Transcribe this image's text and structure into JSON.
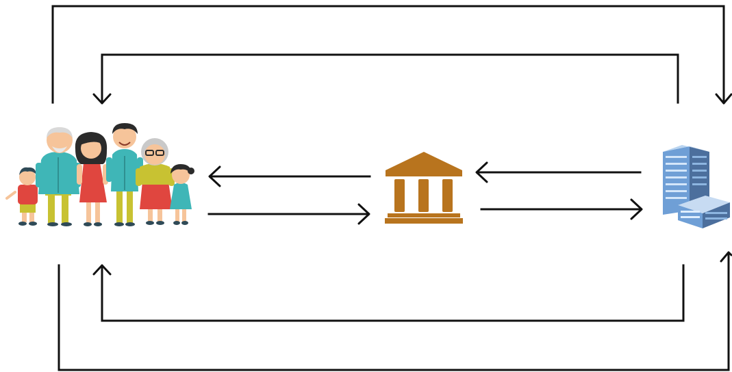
{
  "diagram": {
    "nodes": [
      {
        "id": "households",
        "icon": "family-icon"
      },
      {
        "id": "bank",
        "icon": "bank-building-icon"
      },
      {
        "id": "firms",
        "icon": "office-building-icon"
      }
    ],
    "flows": [
      {
        "id": "outer-top",
        "from": "households",
        "to": "firms"
      },
      {
        "id": "inner-top",
        "from": "firms",
        "to": "households"
      },
      {
        "id": "bank-to-households",
        "from": "bank",
        "to": "households"
      },
      {
        "id": "households-to-bank",
        "from": "households",
        "to": "bank"
      },
      {
        "id": "firms-to-bank",
        "from": "firms",
        "to": "bank"
      },
      {
        "id": "bank-to-firms",
        "from": "bank",
        "to": "firms"
      },
      {
        "id": "inner-bottom",
        "from": "firms",
        "to": "households"
      },
      {
        "id": "outer-bottom",
        "from": "households",
        "to": "firms"
      }
    ],
    "colors": {
      "line": "#111111",
      "bank": "#b8741e",
      "skin": "#f6c49a",
      "teal": "#3fb6b7",
      "red": "#e0463f",
      "olive": "#c8c232",
      "building_blue": "#6f9fd6",
      "building_dark": "#4c6f9d"
    }
  }
}
